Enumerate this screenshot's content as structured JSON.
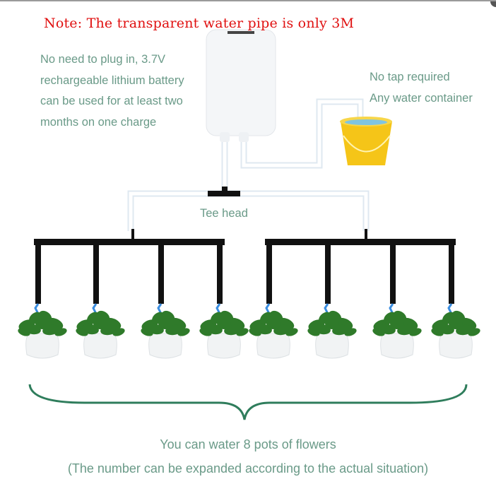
{
  "note": "Note: The transparent water pipe is only 3M",
  "battery_text": [
    "No need to plug in, 3.7V",
    "rechargeable lithium battery",
    "can be used for at least two",
    "months on one charge"
  ],
  "water_text": [
    "No tap required",
    "Any water container"
  ],
  "tee_label": "Tee head",
  "summary": "You can water 8 pots of flowers",
  "summary_note": "(The number can be expanded according to the actual situation)",
  "pot_count": 8,
  "colors": {
    "note": "#e01010",
    "text": "#6a9a88",
    "pipe": "#111111",
    "dripper": "#3a8de0",
    "bucket": "#f5c518"
  }
}
